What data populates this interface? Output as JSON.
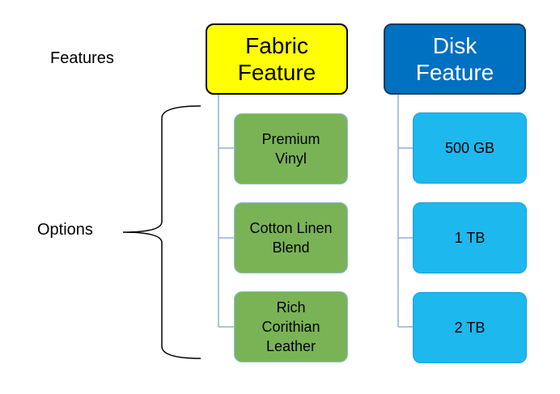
{
  "labels": {
    "features": "Features",
    "options": "Options"
  },
  "columns": [
    {
      "header": "Fabric\nFeature",
      "options": [
        "Premium\nVinyl",
        "Cotton Linen\nBlend",
        "Rich\nCorithian\nLeather"
      ]
    },
    {
      "header": "Disk\nFeature",
      "options": [
        "500 GB",
        "1 TB",
        "2 TB"
      ]
    }
  ],
  "colors": {
    "fabric_header_fill": "#ffff00",
    "fabric_option_fill": "#7ab356",
    "disk_header_fill": "#0070c0",
    "disk_option_fill": "#1cb8ee",
    "connector": "#8fb0d8"
  }
}
